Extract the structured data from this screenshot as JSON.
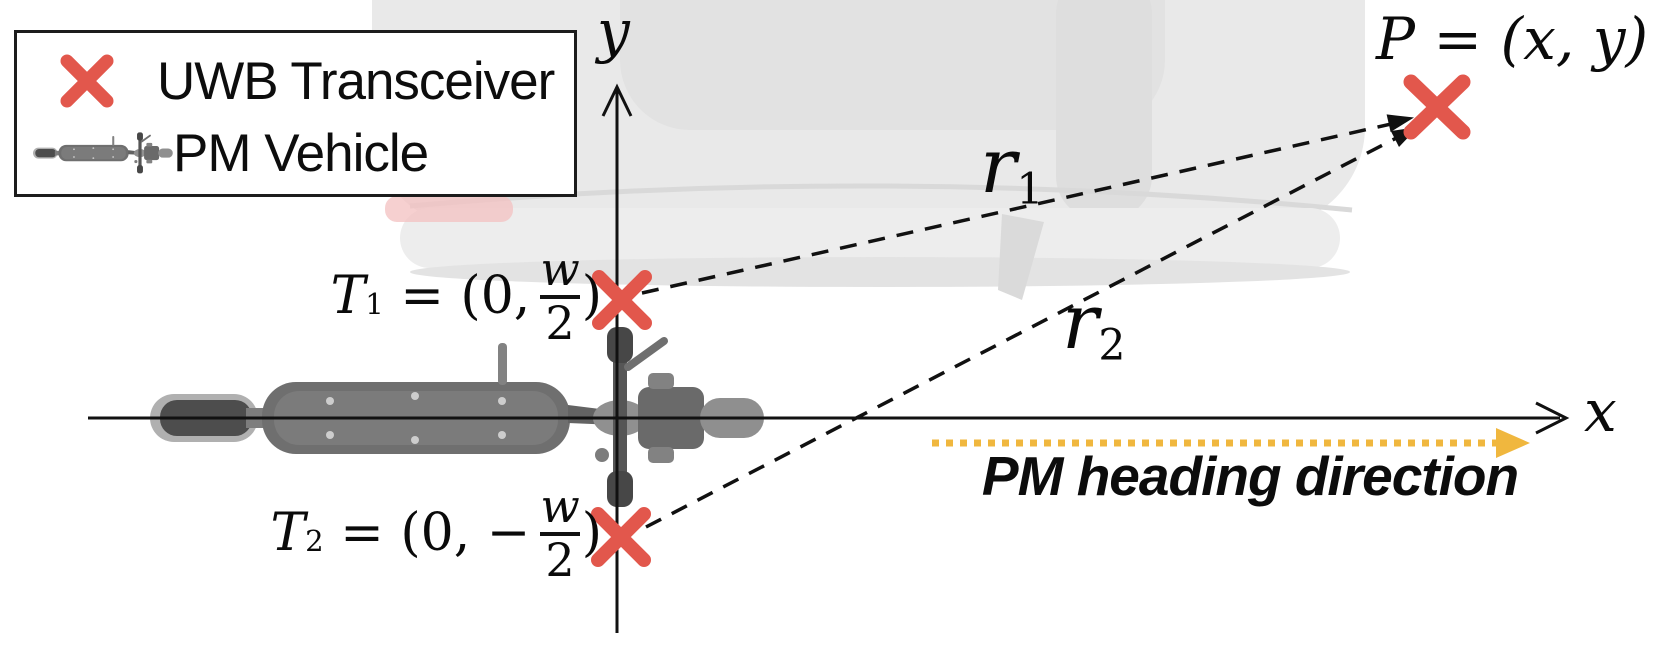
{
  "legend": {
    "items": [
      {
        "icon": "uwb-x-marker-icon",
        "label": "UWB Transceiver"
      },
      {
        "icon": "pm-scooter-icon",
        "label": "PM Vehicle"
      }
    ]
  },
  "axis": {
    "x": "x",
    "y": "y"
  },
  "point_p": {
    "symbol": "P",
    "rest": " = (x, y)"
  },
  "t1": {
    "symbol": "T",
    "sub": "1",
    "mid": " = (0,",
    "num": "w",
    "den": "2",
    "close": ")"
  },
  "t2": {
    "symbol": "T",
    "sub": "2",
    "mid": " = (0, −",
    "num": "w",
    "den": "2",
    "close": ")"
  },
  "r1": {
    "symbol": "r",
    "sub": "1"
  },
  "r2": {
    "symbol": "r",
    "sub": "2"
  },
  "heading_label": "PM heading direction",
  "colors": {
    "marker_red": "#E2574C",
    "heading_arrow": "#F0B73E",
    "line_black": "#111111"
  }
}
